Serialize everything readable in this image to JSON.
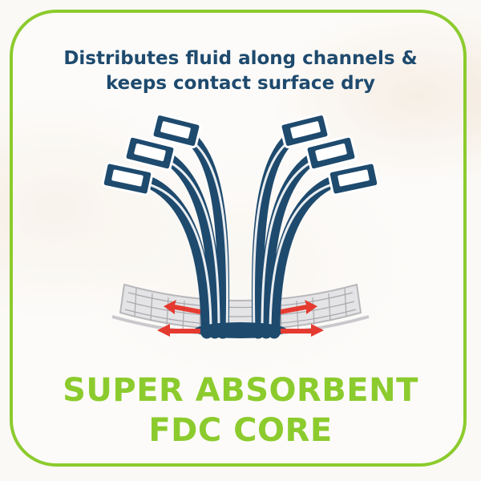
{
  "headline": {
    "line1": "Distributes fluid along channels &",
    "line2": "keeps contact surface dry"
  },
  "title": {
    "line1": "SUPER ABSORBENT",
    "line2": "FDC CORE"
  },
  "colors": {
    "border": "#8ccb2d",
    "headline": "#1e4a6e",
    "channels": "#1e4a6e",
    "arrows": "#e53a30",
    "title": "#8ccb2d"
  },
  "icons": [
    "fluid-channels-icon",
    "absorbent-mesh-icon",
    "flow-arrow-icon"
  ]
}
